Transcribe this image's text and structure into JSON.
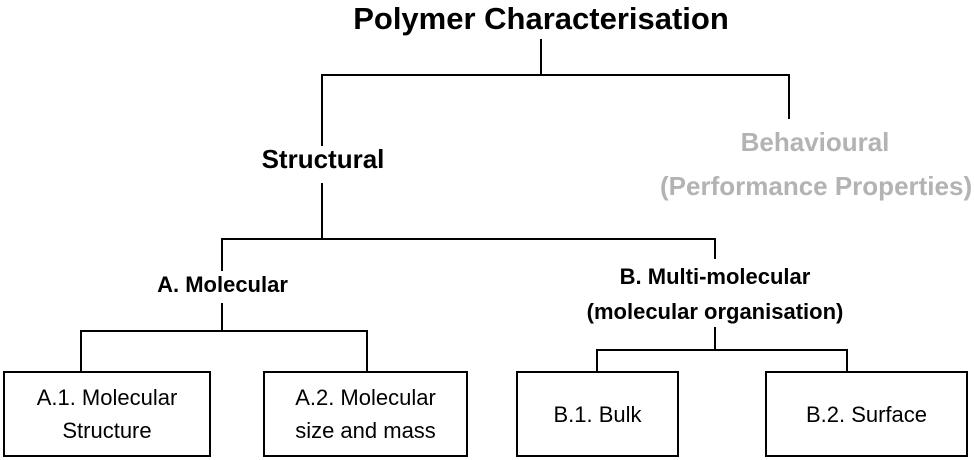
{
  "title": "Polymer Characterisation",
  "level1": {
    "structural": "Structural",
    "behavioural_line1": "Behavioural",
    "behavioural_line2": "(Performance Properties)"
  },
  "level2": {
    "molecular": "A. Molecular",
    "multimolecular_line1": "B. Multi-molecular",
    "multimolecular_line2": "(molecular organisation)"
  },
  "leaves": {
    "a1_line1": "A.1. Molecular",
    "a1_line2": "Structure",
    "a2_line1": "A.2. Molecular",
    "a2_line2": "size and mass",
    "b1": "B.1. Bulk",
    "b2": "B.2. Surface"
  },
  "colors": {
    "primary_text": "#000000",
    "muted_text": "#b3b3b3",
    "connector": "#000000",
    "background": "#ffffff"
  }
}
